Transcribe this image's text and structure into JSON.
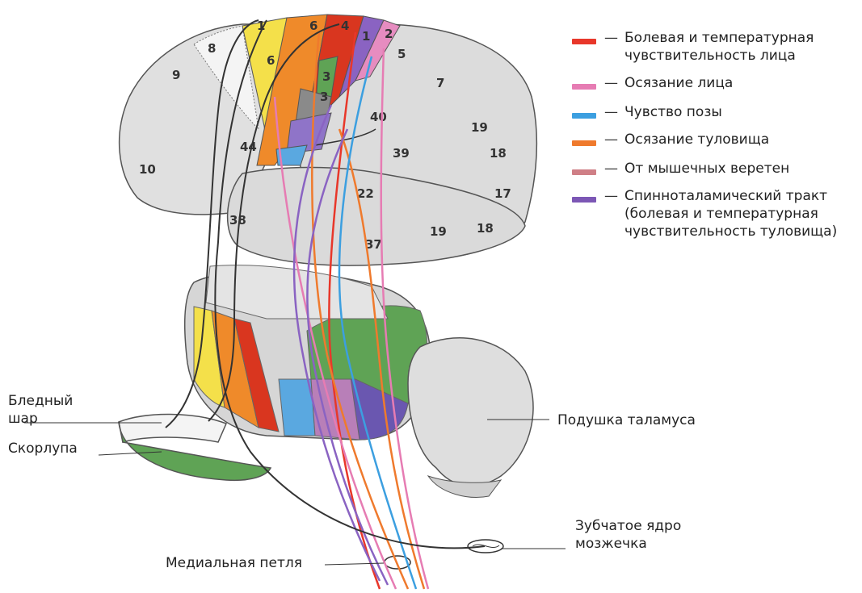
{
  "legend": [
    {
      "text_lines": [
        "Болевая и температурная",
        "чувствительность лица"
      ],
      "color": "#e8372a"
    },
    {
      "text_lines": [
        "Осязание лица"
      ],
      "color": "#e67cb3"
    },
    {
      "text_lines": [
        "Чувство позы"
      ],
      "color": "#3c9fe0"
    },
    {
      "text_lines": [
        "Осязание туловища"
      ],
      "color": "#ef7a2d"
    },
    {
      "text_lines": [
        "От мышечных веретен"
      ],
      "color": "#cf7f86"
    },
    {
      "text_lines": [
        "Спинноталамический тракт",
        "(болевая и температурная",
        "чувствительность туловища)"
      ],
      "color": "#7c57b5"
    }
  ],
  "labels": {
    "pallidus": [
      "Бледный",
      "шар"
    ],
    "putamen": "Скорлупа",
    "pulvinar": "Подушка таламуса",
    "dentate": [
      "Зубчатое ядро",
      "мозжечка"
    ],
    "medial_lemniscus": "Медиальная петля"
  },
  "cortex_areas": [
    "1",
    "6",
    "4",
    "1",
    "2",
    "8",
    "6",
    "9",
    "5",
    "7",
    "3",
    "3",
    "40",
    "19",
    "44",
    "39",
    "18",
    "10",
    "22",
    "17",
    "38",
    "19",
    "18",
    "37"
  ]
}
